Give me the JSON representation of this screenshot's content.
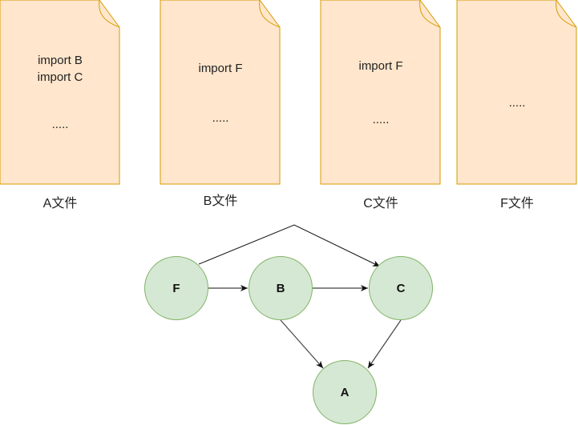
{
  "colors": {
    "file_fill": "#ffe6cc",
    "file_stroke": "#d79b00",
    "node_fill": "#d5e8d4",
    "node_stroke": "#82b366",
    "edge": "#111111"
  },
  "files": [
    {
      "id": "A",
      "lines": [
        "import B",
        "import C",
        "....."
      ],
      "label": "A文件"
    },
    {
      "id": "B",
      "lines": [
        "import F",
        "....."
      ],
      "label": "B文件"
    },
    {
      "id": "C",
      "lines": [
        "import F",
        "....."
      ],
      "label": "C文件"
    },
    {
      "id": "F",
      "lines": [
        "....."
      ],
      "label": "F文件"
    }
  ],
  "graph": {
    "nodes": [
      {
        "id": "F",
        "label": "F"
      },
      {
        "id": "B",
        "label": "B"
      },
      {
        "id": "C",
        "label": "C"
      },
      {
        "id": "A",
        "label": "A"
      }
    ],
    "edges": [
      {
        "from": "F",
        "to": "B"
      },
      {
        "from": "B",
        "to": "C"
      },
      {
        "from": "F",
        "to": "C"
      },
      {
        "from": "B",
        "to": "A"
      },
      {
        "from": "C",
        "to": "A"
      }
    ]
  }
}
